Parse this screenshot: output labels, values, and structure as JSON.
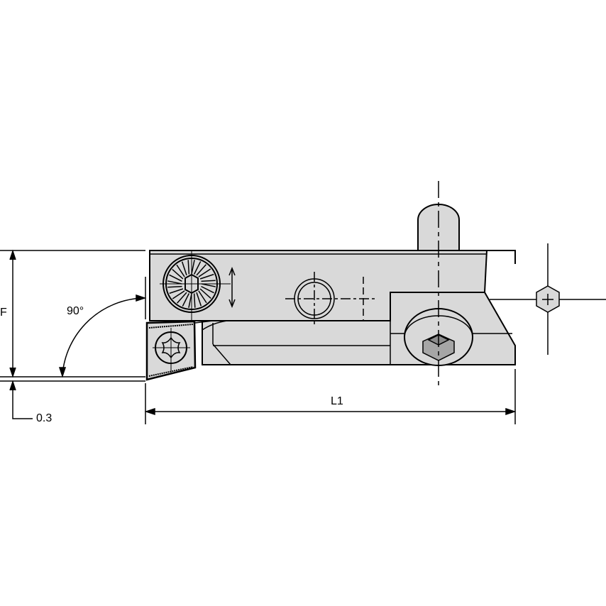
{
  "drawing": {
    "dimensions": {
      "height_label": "F",
      "length_label": "L1",
      "angle_label": "90°",
      "offset_label": "0.3"
    },
    "colors": {
      "body_fill": "#d9d9d9",
      "socket_fill": "#a6a6a6",
      "line": "#000000"
    }
  }
}
